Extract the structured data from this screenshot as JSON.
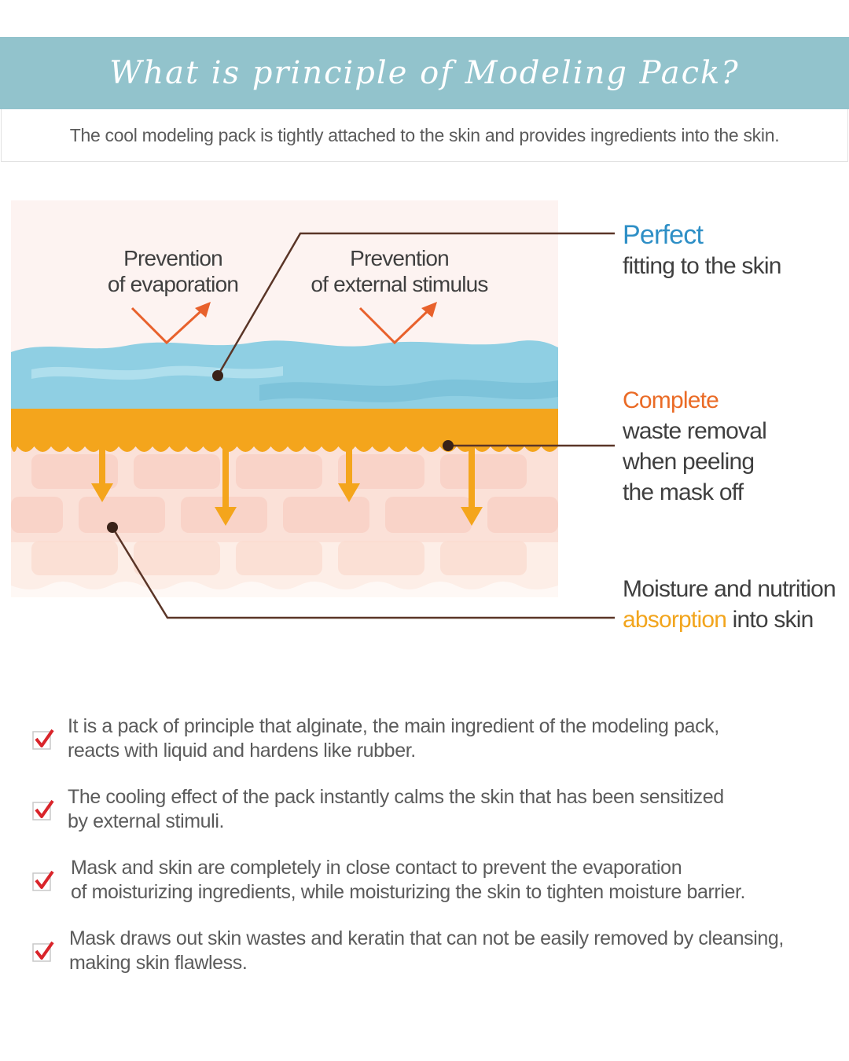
{
  "header": {
    "title": "What is principle of Modeling Pack?",
    "subtitle": "The cool modeling pack is tightly attached to the skin and provides ingredients into the skin."
  },
  "diagram": {
    "annotations": [
      {
        "line1": "Prevention",
        "line2": "of evaporation"
      },
      {
        "line1": "Prevention",
        "line2": "of external stimulus"
      }
    ],
    "callouts": {
      "fitting": {
        "highlight": "Perfect",
        "rest": "fitting to the skin"
      },
      "waste": {
        "highlight": "Complete",
        "line2": "waste removal",
        "line3": "when peeling",
        "line4": "the mask off"
      },
      "absorption": {
        "line1": "Moisture and nutrition",
        "highlight": "absorption",
        "rest": " into skin"
      }
    },
    "colors": {
      "mask": "#8fcfe3",
      "waste_layer": "#f4a51c",
      "skin": "#fbe1d8",
      "leader_line": "#5a3527",
      "perfect": "#2e8fc6",
      "complete": "#ea6b26",
      "absorption": "#f2a51d",
      "check": "#d9242a",
      "banner": "#92c3cc"
    }
  },
  "points": [
    {
      "line1": "It is a pack of principle that alginate, the main ingredient of the modeling pack,",
      "line2": "reacts with liquid and hardens like rubber."
    },
    {
      "line1": "The cooling effect of the pack instantly calms the skin that has been sensitized",
      "line2": "by external stimuli."
    },
    {
      "line1": "Mask and skin are completely in close contact to prevent the evaporation",
      "line2": "of moisturizing ingredients, while moisturizing the skin to tighten moisture barrier."
    },
    {
      "line1": "Mask draws out skin wastes and keratin that can not be easily removed by cleansing,",
      "line2": "making skin flawless."
    }
  ]
}
